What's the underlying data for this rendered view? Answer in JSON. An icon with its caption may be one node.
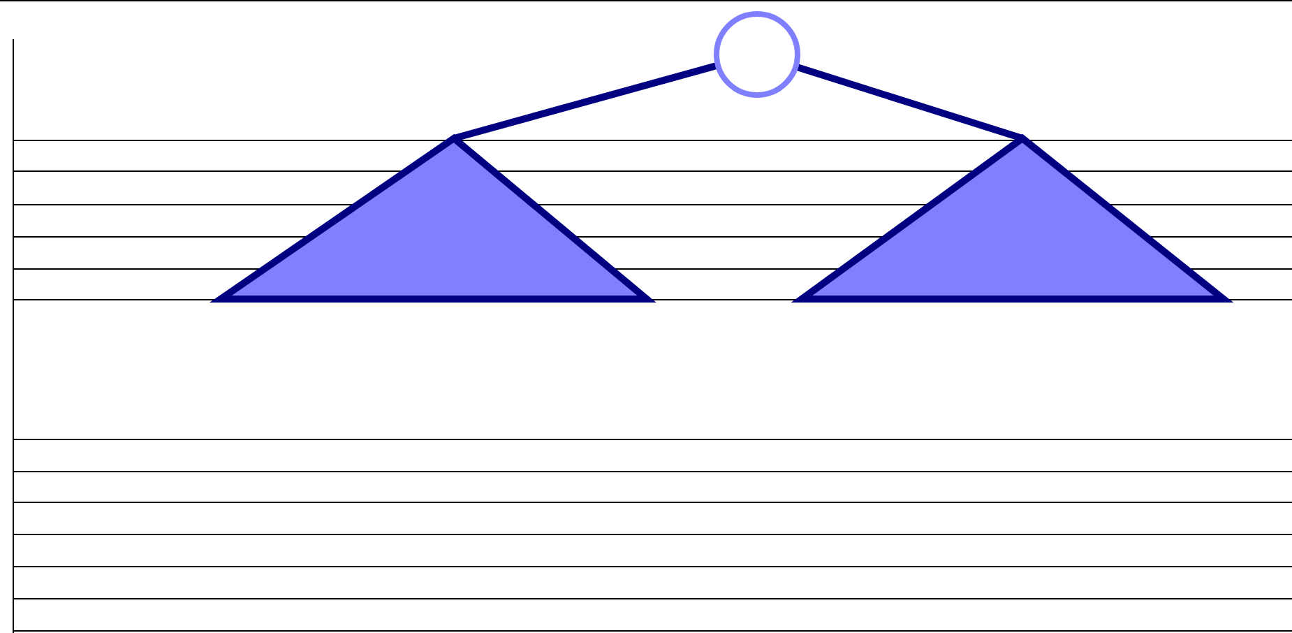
{
  "diagram": {
    "nodes": [
      {
        "text": [],
        "shape": "circle"
      },
      {
        "text": [],
        "shape": "triangle"
      },
      {
        "text": [],
        "shape": "triangle"
      }
    ],
    "edges": [
      {
        "from": 0,
        "to": 1,
        "arrow": "none"
      },
      {
        "from": 0,
        "to": 2,
        "arrow": "none"
      }
    ]
  }
}
